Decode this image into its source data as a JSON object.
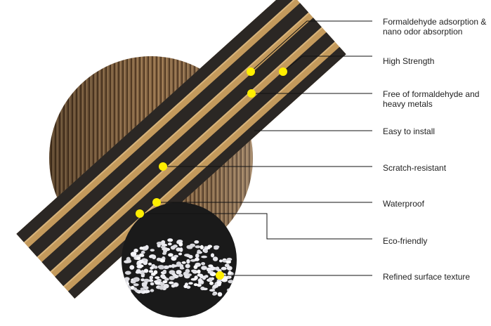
{
  "colors": {
    "marker": "#ffee00",
    "leader_line": "#111111",
    "wood_light": "#c49a5c",
    "wood_dark": "#2b2724",
    "wall_panel": "#8a6a48",
    "granules_bg": "#1a1a1a"
  },
  "callouts": [
    {
      "label": "Formaldehyde adsorption &\nnano odor absorption"
    },
    {
      "label": "High Strength"
    },
    {
      "label": "Free of formaldehyde and\nheavy metals"
    },
    {
      "label": "Easy to install"
    },
    {
      "label": "Scratch-resistant"
    },
    {
      "label": "Waterproof"
    },
    {
      "label": "Eco-friendly"
    },
    {
      "label": "Refined surface texture"
    }
  ]
}
